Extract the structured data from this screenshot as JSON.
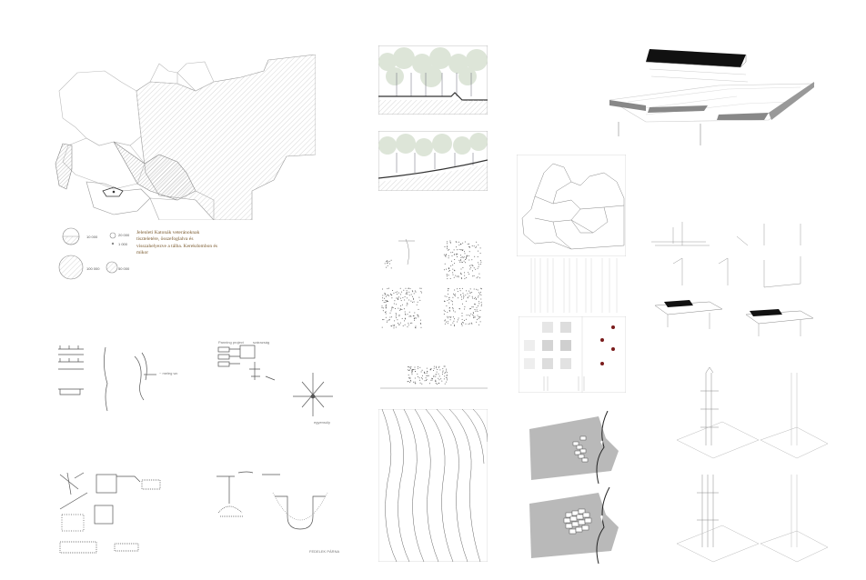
{
  "legend": {
    "text": "Jelenleti Katonák veteránoknak tiszteletére, összefoglalva és visszahelyezve a tálba. Kerekdombon és mikor",
    "scale_labels": [
      "10 000",
      "20 000",
      "1 000",
      "100 000",
      "50 000"
    ]
  },
  "sketch_labels": {
    "kitchen_note": "~ meleg wc",
    "flow_title": "Panning project",
    "flow_sub": "szárazság",
    "flow_sm": "egyensúly",
    "pit_note": "FEDELEK PÁRNA"
  },
  "grid_caption_left": "",
  "grid_caption_right": "",
  "colors": {
    "brown_text": "#7a5a2e",
    "ink": "#333333",
    "dark_red": "#7a1c1c",
    "grey_fill": "#b9b9b9",
    "black": "#111111"
  },
  "icons": [
    "map-icon",
    "forest-icon",
    "contour-icon"
  ]
}
